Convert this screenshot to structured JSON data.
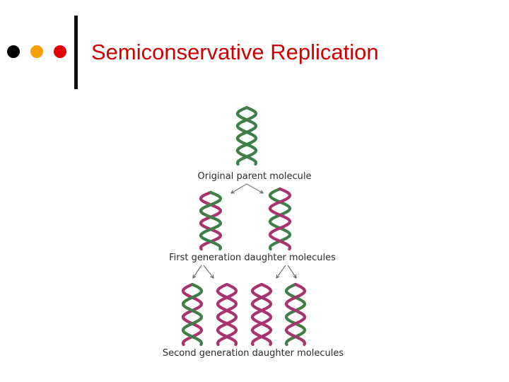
{
  "slide": {
    "title": "Semiconservative Replication"
  },
  "colors": {
    "title": "#cc0000",
    "bullet_dots": [
      "#000000",
      "#f4a000",
      "#e00000"
    ],
    "parent_strand": "#3f7f47",
    "new_strand": "#a8346e"
  },
  "diagram": {
    "labels": {
      "parent": "Original parent molecule",
      "first": "First generation daughter molecules",
      "second": "Second generation daughter molecules"
    }
  }
}
